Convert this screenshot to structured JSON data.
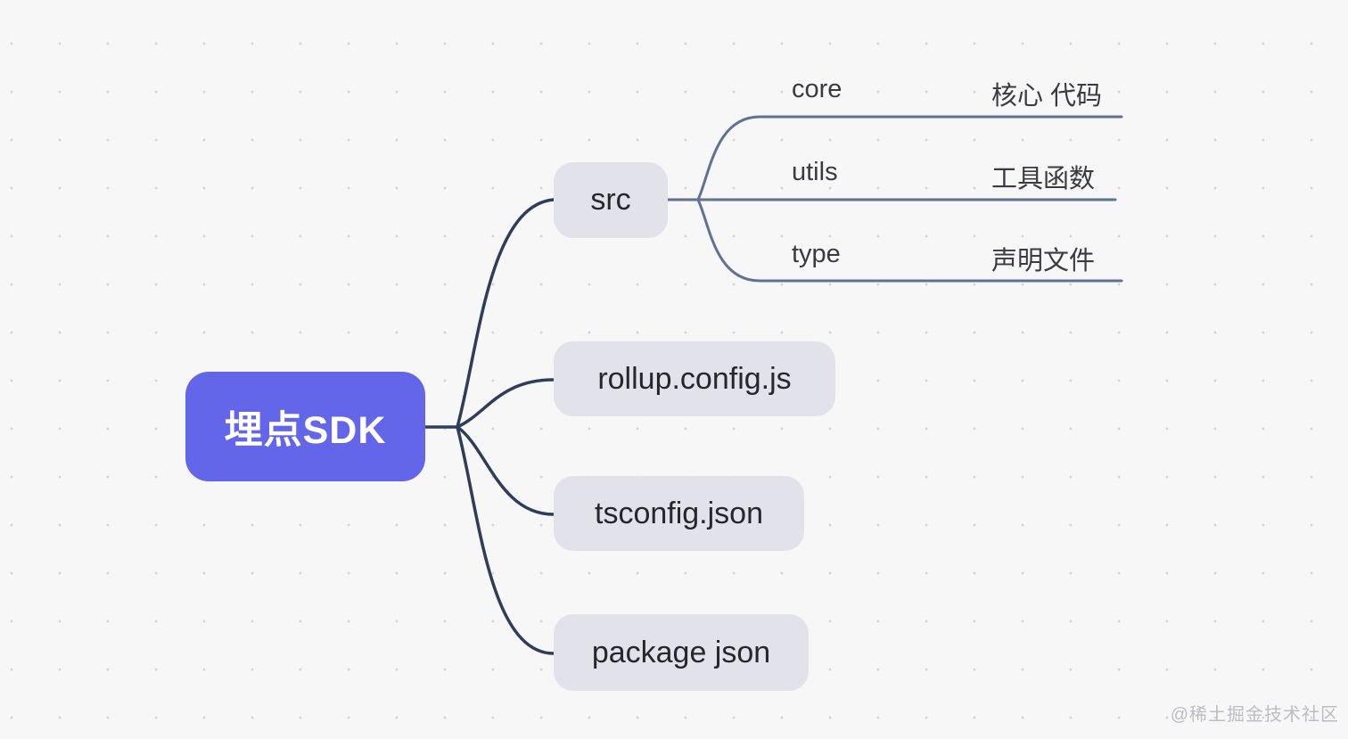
{
  "mindmap": {
    "root": {
      "label": "埋点SDK"
    },
    "children": [
      {
        "label": "src",
        "children": [
          {
            "name": "core",
            "desc": "核心 代码"
          },
          {
            "name": "utils",
            "desc": "工具函数"
          },
          {
            "name": "type",
            "desc": "声明文件"
          }
        ]
      },
      {
        "label": "rollup.config.js"
      },
      {
        "label": "tsconfig.json"
      },
      {
        "label": "package json"
      }
    ]
  },
  "watermark": {
    "text": "@稀土掘金技术社区"
  },
  "colors": {
    "background": "#f7f7f8",
    "grid_dot": "#d2d2d6",
    "root_bg": "#6466ea",
    "root_text": "#ffffff",
    "node_bg": "#e2e2ea",
    "node_text": "#26262b",
    "line_main": "#2e3e5a",
    "line_sub": "#5d7295",
    "watermark_text": "#bdbdc1"
  }
}
